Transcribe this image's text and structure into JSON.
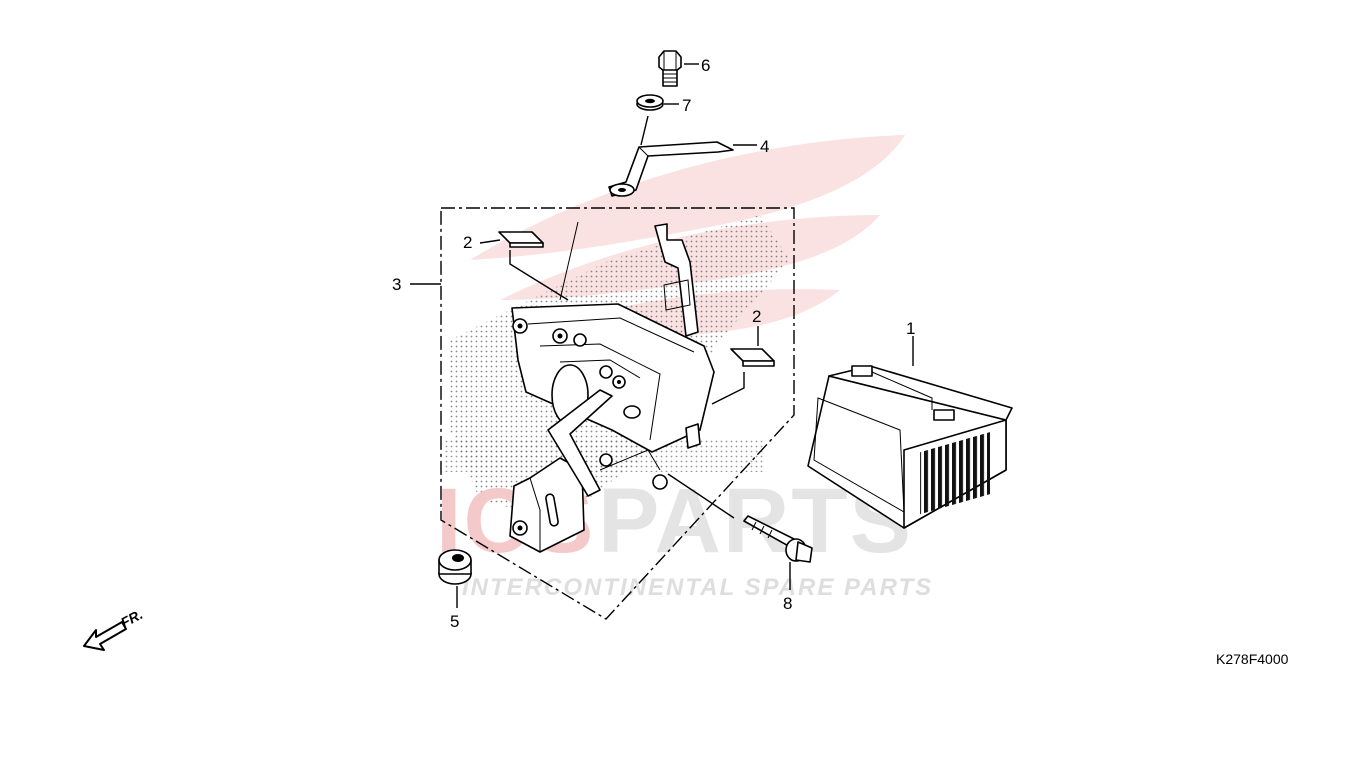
{
  "diagram": {
    "drawing_code": "K278F4000",
    "front_indicator": "FR.",
    "callouts": [
      {
        "id": "c1",
        "label": "1"
      },
      {
        "id": "c2a",
        "label": "2"
      },
      {
        "id": "c2b",
        "label": "2"
      },
      {
        "id": "c3",
        "label": "3"
      },
      {
        "id": "c4",
        "label": "4"
      },
      {
        "id": "c5",
        "label": "5"
      },
      {
        "id": "c6",
        "label": "6"
      },
      {
        "id": "c7",
        "label": "7"
      },
      {
        "id": "c8",
        "label": "8"
      }
    ]
  },
  "watermark": {
    "brand_red": "ICS",
    "brand_grey": "PARTS",
    "tagline": "INTERCONTINENTAL SPARE PARTS",
    "colors": {
      "red": "#f4c9c9",
      "grey": "#e4e4e4"
    }
  }
}
